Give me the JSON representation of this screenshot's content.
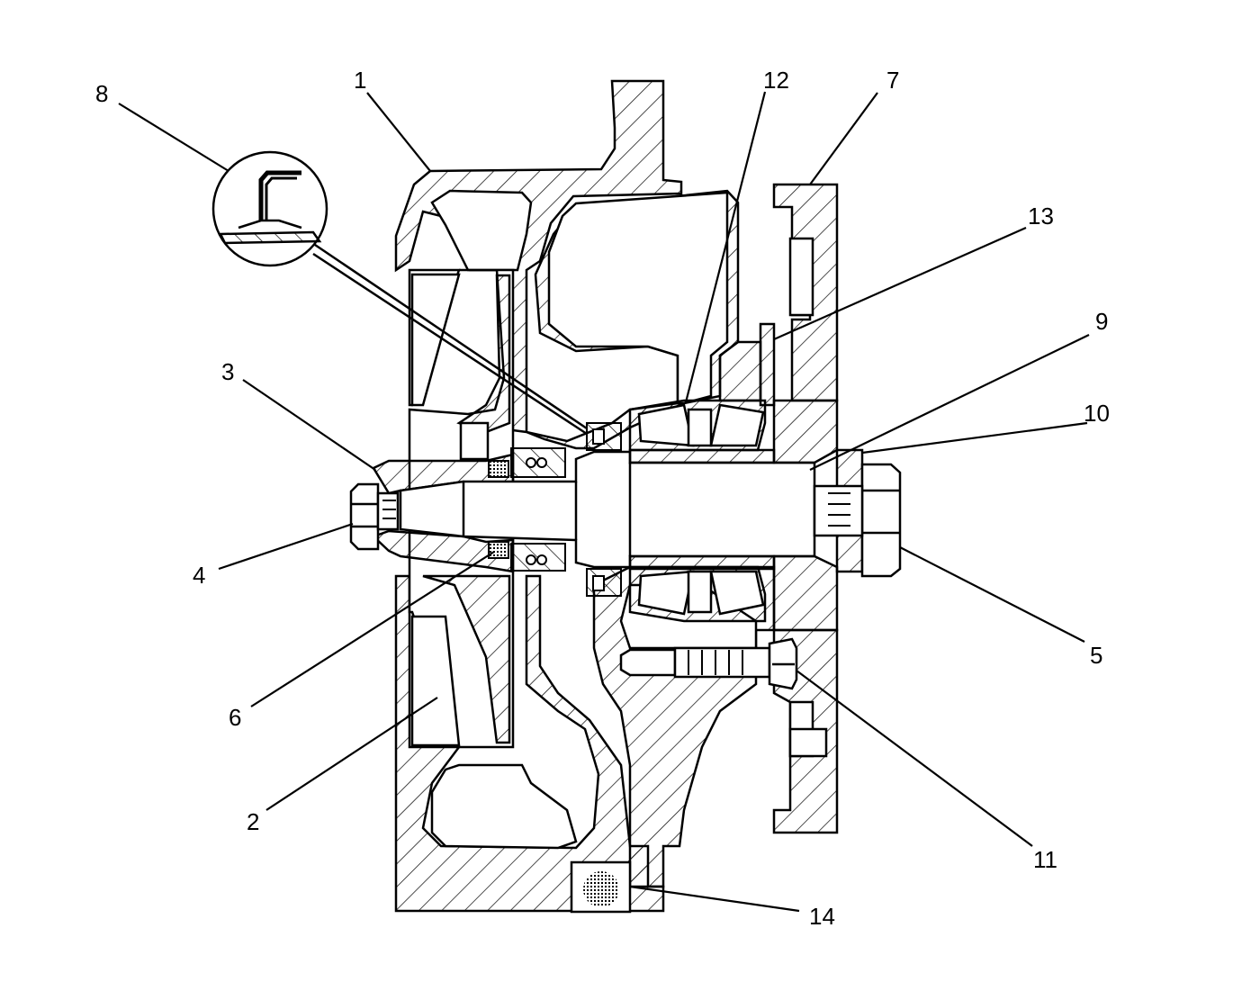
{
  "diagram": {
    "callouts": [
      {
        "id": "1",
        "label": "1"
      },
      {
        "id": "2",
        "label": "2"
      },
      {
        "id": "3",
        "label": "3"
      },
      {
        "id": "4",
        "label": "4"
      },
      {
        "id": "5",
        "label": "5"
      },
      {
        "id": "6",
        "label": "6"
      },
      {
        "id": "7",
        "label": "7"
      },
      {
        "id": "8",
        "label": "8"
      },
      {
        "id": "9",
        "label": "9"
      },
      {
        "id": "10",
        "label": "10"
      },
      {
        "id": "11",
        "label": "11"
      },
      {
        "id": "12",
        "label": "12"
      },
      {
        "id": "13",
        "label": "13"
      },
      {
        "id": "14",
        "label": "14"
      }
    ]
  },
  "colors": {
    "line": "#000000",
    "background": "#ffffff"
  }
}
